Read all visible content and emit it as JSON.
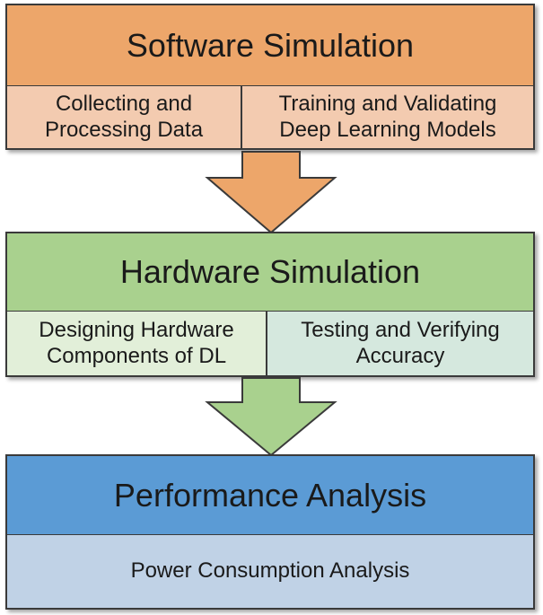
{
  "stages": [
    {
      "title": "Software Simulation",
      "color": "#eda66a",
      "sub_color": "#f3cbb0",
      "steps": [
        "Collecting and\nProcessing Data",
        "Training and Validating\nDeep Learning Models"
      ]
    },
    {
      "title": "Hardware Simulation",
      "color": "#a9d18e",
      "sub_color": "#e2efd9",
      "steps": [
        "Designing Hardware\nComponents of DL",
        "Testing and Verifying\nAccuracy"
      ]
    },
    {
      "title": "Performance Analysis",
      "color": "#5b9bd5",
      "sub_color": "#c0d2e6",
      "steps": [
        "Power Consumption Analysis"
      ]
    }
  ],
  "arrows": {
    "first_color": "#eda66a",
    "second_color": "#a9d18e"
  }
}
